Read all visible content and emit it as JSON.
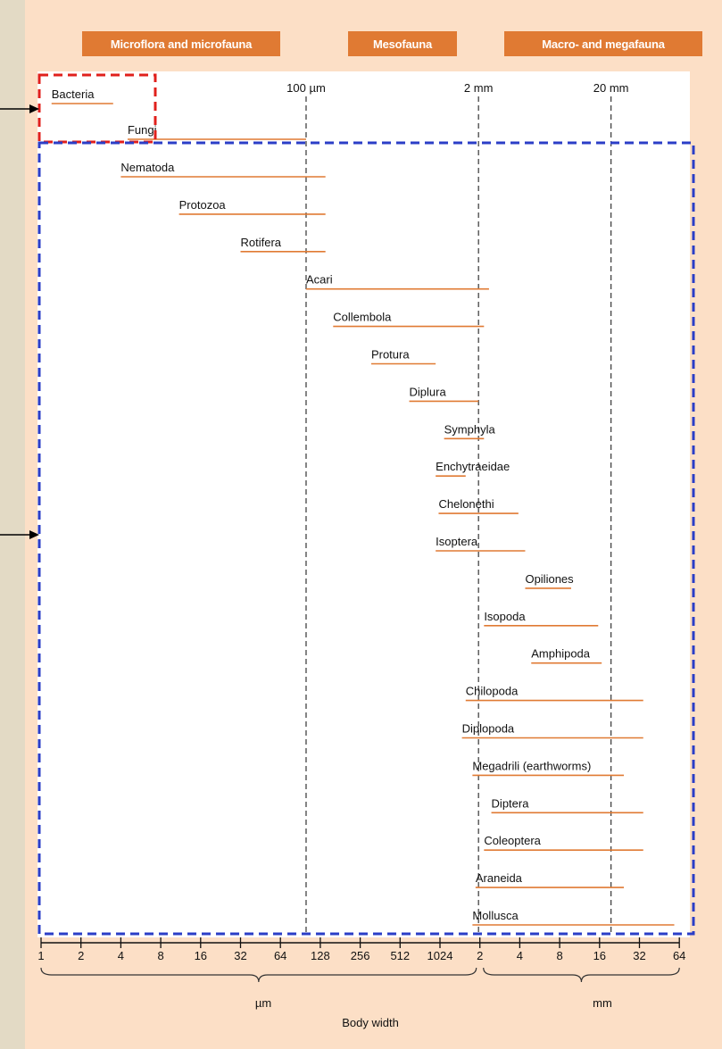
{
  "headers": {
    "micro": "Microflora and microfauna",
    "meso": "Mesofauna",
    "macro": "Macro- and megafauna"
  },
  "colors": {
    "background_outer": "#e3dac5",
    "background_panel": "#fcdfc6",
    "header": "#e07a33",
    "range_line": "#e07a33",
    "highlight_red": "#e0201c",
    "highlight_blue": "#2b3ec7"
  },
  "chart_data": {
    "type": "range",
    "x_scale": "log2",
    "xlabel": "Body width",
    "x_unit_labels": [
      "µm",
      "mm"
    ],
    "x_ticks": [
      {
        "label": "1",
        "value_um": 1
      },
      {
        "label": "2",
        "value_um": 2
      },
      {
        "label": "4",
        "value_um": 4
      },
      {
        "label": "8",
        "value_um": 8
      },
      {
        "label": "16",
        "value_um": 16
      },
      {
        "label": "32",
        "value_um": 32
      },
      {
        "label": "64",
        "value_um": 64
      },
      {
        "label": "128",
        "value_um": 128
      },
      {
        "label": "256",
        "value_um": 256
      },
      {
        "label": "512",
        "value_um": 512
      },
      {
        "label": "1024",
        "value_um": 1024
      },
      {
        "label": "2",
        "value_um": 2048
      },
      {
        "label": "4",
        "value_um": 4096
      },
      {
        "label": "8",
        "value_um": 8192
      },
      {
        "label": "16",
        "value_um": 16384
      },
      {
        "label": "32",
        "value_um": 32768
      },
      {
        "label": "64",
        "value_um": 65536
      }
    ],
    "reference_lines": [
      {
        "label": "100 µm",
        "value_um": 100
      },
      {
        "label": "2 mm",
        "value_um": 2000
      },
      {
        "label": "20 mm",
        "value_um": 20000
      }
    ],
    "groups": [
      {
        "name": "Bacteria",
        "min_um": 1.2,
        "max_um": 3.5
      },
      {
        "name": "Fungi",
        "min_um": 4.5,
        "max_um": 100
      },
      {
        "name": "Nematoda",
        "min_um": 4,
        "max_um": 140
      },
      {
        "name": "Protozoa",
        "min_um": 11,
        "max_um": 140
      },
      {
        "name": "Rotifera",
        "min_um": 32,
        "max_um": 140
      },
      {
        "name": "Acari",
        "min_um": 100,
        "max_um": 2400
      },
      {
        "name": "Collembola",
        "min_um": 160,
        "max_um": 2200
      },
      {
        "name": "Protura",
        "min_um": 310,
        "max_um": 950
      },
      {
        "name": "Diplura",
        "min_um": 600,
        "max_um": 2000
      },
      {
        "name": "Symphyla",
        "min_um": 1100,
        "max_um": 2200
      },
      {
        "name": "Enchytraeidae",
        "min_um": 950,
        "max_um": 1600
      },
      {
        "name": "Chelonethi",
        "min_um": 1000,
        "max_um": 4000
      },
      {
        "name": "Isoptera",
        "min_um": 950,
        "max_um": 4500
      },
      {
        "name": "Opiliones",
        "min_um": 4500,
        "max_um": 10000
      },
      {
        "name": "Isopoda",
        "min_um": 2200,
        "max_um": 16000
      },
      {
        "name": "Amphipoda",
        "min_um": 5000,
        "max_um": 17000
      },
      {
        "name": "Chilopoda",
        "min_um": 1600,
        "max_um": 35000
      },
      {
        "name": "Diplopoda",
        "min_um": 1500,
        "max_um": 35000
      },
      {
        "name": "Megadrili (earthworms)",
        "min_um": 1800,
        "max_um": 25000
      },
      {
        "name": "Diptera",
        "min_um": 2500,
        "max_um": 35000
      },
      {
        "name": "Coleoptera",
        "min_um": 2200,
        "max_um": 35000
      },
      {
        "name": "Araneida",
        "min_um": 1900,
        "max_um": 25000
      },
      {
        "name": "Mollusca",
        "min_um": 1800,
        "max_um": 60000
      }
    ]
  }
}
